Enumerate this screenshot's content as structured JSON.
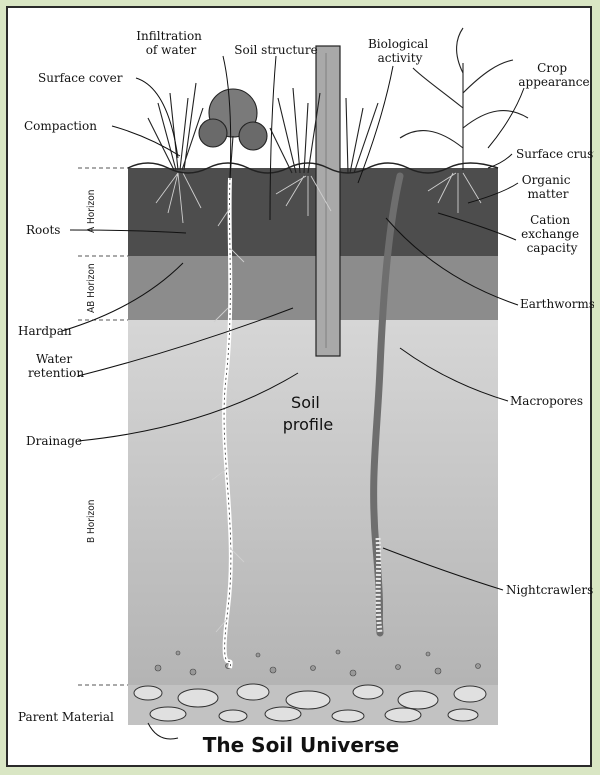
{
  "title": "The Soil Universe",
  "profile_label": [
    "Soil",
    "profile"
  ],
  "horizons": {
    "a": "A Horizon",
    "ab": "AB Horizon",
    "b": "B Horizon"
  },
  "labels": {
    "surface_cover": "Surface cover",
    "infiltration": [
      "Infiltration",
      "of water"
    ],
    "soil_structure": "Soil structure",
    "biological_activity": [
      "Biological",
      "activity"
    ],
    "crop_appearance": [
      "Crop",
      "appearance"
    ],
    "compaction": "Compaction",
    "surface_crust": "Surface crust",
    "organic_matter": [
      "Organic",
      "matter"
    ],
    "roots": "Roots",
    "cation_exchange": [
      "Cation",
      "exchange",
      "capacity"
    ],
    "earthworms": "Earthworms",
    "hardpan": "Hardpan",
    "water_retention": [
      "Water",
      "retention"
    ],
    "macropores": "Macropores",
    "drainage": "Drainage",
    "nightcrawlers": "Nightcrawlers",
    "parent_material": "Parent Material"
  },
  "colors": {
    "page_bg": "#d9e6c4",
    "a_horizon": "#4a4a4a",
    "ab_horizon": "#8a8a8a",
    "b_horizon_top": "#cfcfcf",
    "b_horizon_bottom": "#b5b5b5",
    "parent_material": "#c4c4c4"
  }
}
